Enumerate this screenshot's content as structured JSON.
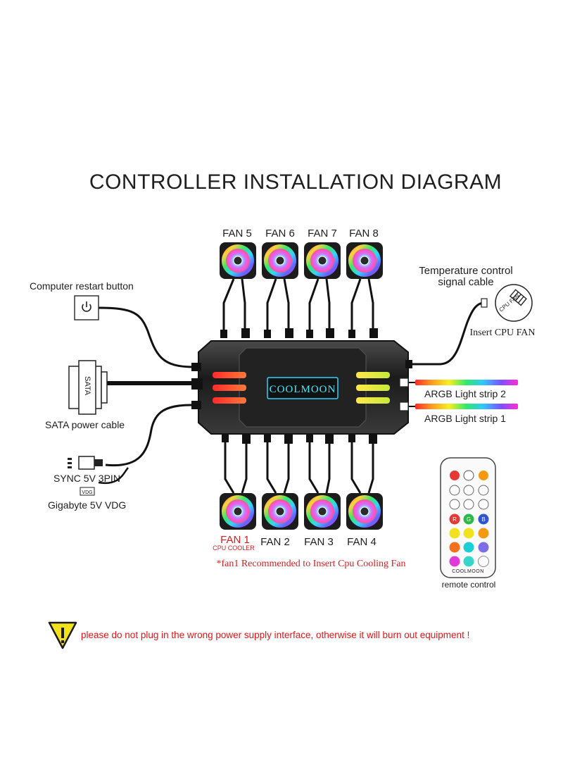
{
  "title": "CONTROLLER INSTALLATION DIAGRAM",
  "top_fans": [
    "FAN 5",
    "FAN 6",
    "FAN 7",
    "FAN 8"
  ],
  "bottom_fans": [
    "FAN 1",
    "FAN 2",
    "FAN 3",
    "FAN 4"
  ],
  "cpu_cooler_label": "CPU COOLER",
  "hub_brand": "COOLMOON",
  "restart_button_label": "Computer restart button",
  "sata_label": "SATA power cable",
  "sata_connector_text": "SATA",
  "sync_label": "SYNC 5V 3PIN",
  "vdg_tag": "VDG",
  "gigabyte_label": "Gigabyte 5V VDG",
  "temp_label_line1": "Temperature control",
  "temp_label_line2": "signal cable",
  "cpu_fan_tag": "CPU FAN",
  "insert_cpu_fan": "Insert CPU FAN",
  "strip2_label": "ARGB Light strip 2",
  "strip1_label": "ARGB Light strip 1",
  "fan1_note": "*fan1 Recommended to Insert  Cpu Cooling Fan",
  "remote_label": "remote control",
  "remote_brand": "COOLMOON",
  "remote_rgb_labels": [
    "R",
    "G",
    "B"
  ],
  "warning_text": "please do not plug in the wrong power supply interface, otherwise it will burn out equipment !",
  "colors": {
    "fan_label_red": "#d42020",
    "warning_red": "#e01616",
    "warning_yellow": "#f3e21b",
    "remote_buttons": [
      "#e53935",
      "#2eb84a",
      "#2f55d4",
      "#f0e21e",
      "#f0e21e",
      "#f39a12",
      "#f2701e",
      "#1ccfd6",
      "#7b6ee6",
      "#e03ad8",
      "#38d6c8",
      "#ffffff"
    ]
  }
}
